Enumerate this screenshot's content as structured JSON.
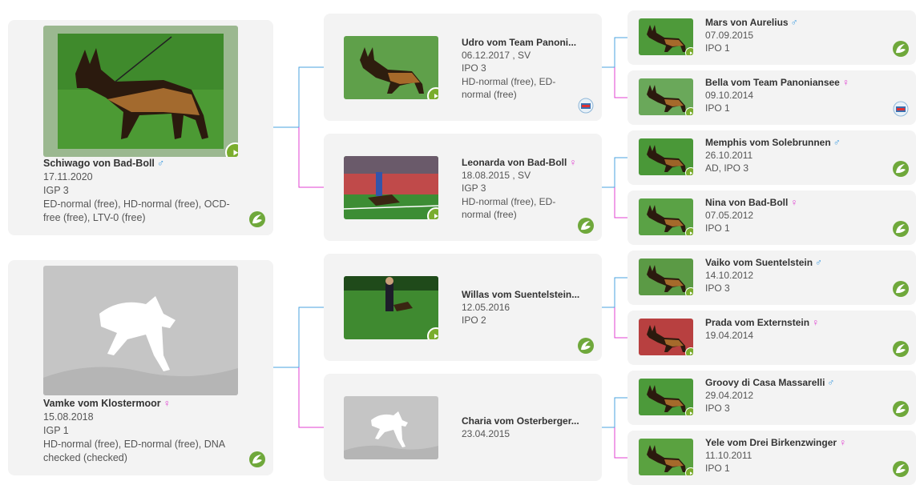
{
  "gen1": [
    {
      "name": "Schiwago von Bad-Boll",
      "sex": "♂",
      "sex_class": "male",
      "date": "17.11.2020",
      "title": "IGP 3",
      "health": "ED-normal (free), HD-normal (free), OCD-free (free), LTV-0 (free)",
      "photo": true
    },
    {
      "name": "Vamke vom Klostermoor",
      "sex": "♀",
      "sex_class": "female",
      "date": "15.08.2018",
      "title": "IGP 1",
      "health": "HD-normal (free), ED-normal (free), DNA checked (checked)",
      "photo": false
    }
  ],
  "gen2": [
    {
      "name": "Udro vom Team Panoni...",
      "date": "06.12.2017 , SV",
      "title": "IPO 3",
      "health": "HD-normal (free), ED-normal (free)",
      "badge": "sv-badge",
      "photo": true
    },
    {
      "name": "Leonarda von Bad-Boll",
      "sex": "♀",
      "sex_class": "female",
      "date": "18.08.2015 , SV",
      "title": "IGP 3",
      "health": "HD-normal (free), ED-normal (free)",
      "photo": true
    },
    {
      "name": "Willas vom Suentelstein...",
      "date": "12.05.2016",
      "title": "IPO 2",
      "health": "",
      "photo": true
    },
    {
      "name": "Charia vom Osterberger...",
      "date": "23.04.2015",
      "title": "",
      "health": "",
      "photo": false
    }
  ],
  "gen3": [
    {
      "name": "Mars von Aurelius",
      "sex": "♂",
      "sex_class": "male",
      "date": "07.09.2015",
      "title": "IPO 1"
    },
    {
      "name": "Bella vom Team Panoniansee",
      "sex": "♀",
      "sex_class": "female",
      "date": "09.10.2014",
      "title": "IPO 1",
      "badge": "sv-badge"
    },
    {
      "name": "Memphis vom Solebrunnen",
      "sex": "♂",
      "sex_class": "male",
      "date": "26.10.2011",
      "title": "AD, IPO 3"
    },
    {
      "name": "Nina von Bad-Boll",
      "sex": "♀",
      "sex_class": "female",
      "date": "07.05.2012",
      "title": "IPO 1"
    },
    {
      "name": "Vaiko vom Suentelstein",
      "sex": "♂",
      "sex_class": "male",
      "date": "14.10.2012",
      "title": "IPO 3"
    },
    {
      "name": "Prada vom Externstein",
      "sex": "♀",
      "sex_class": "female",
      "date": "19.04.2014",
      "title": ""
    },
    {
      "name": "Groovy di Casa Massarelli",
      "sex": "♂",
      "sex_class": "male",
      "date": "29.04.2012",
      "title": "IPO 3"
    },
    {
      "name": "Yele vom Drei Birkenzwinger",
      "sex": "♀",
      "sex_class": "female",
      "date": "11.10.2011",
      "title": "IPO 1"
    }
  ],
  "colors": {
    "male_line": "#4aa3df",
    "female_line": "#e040d0",
    "play": "#7aad2d",
    "card": "#f3f3f3"
  }
}
